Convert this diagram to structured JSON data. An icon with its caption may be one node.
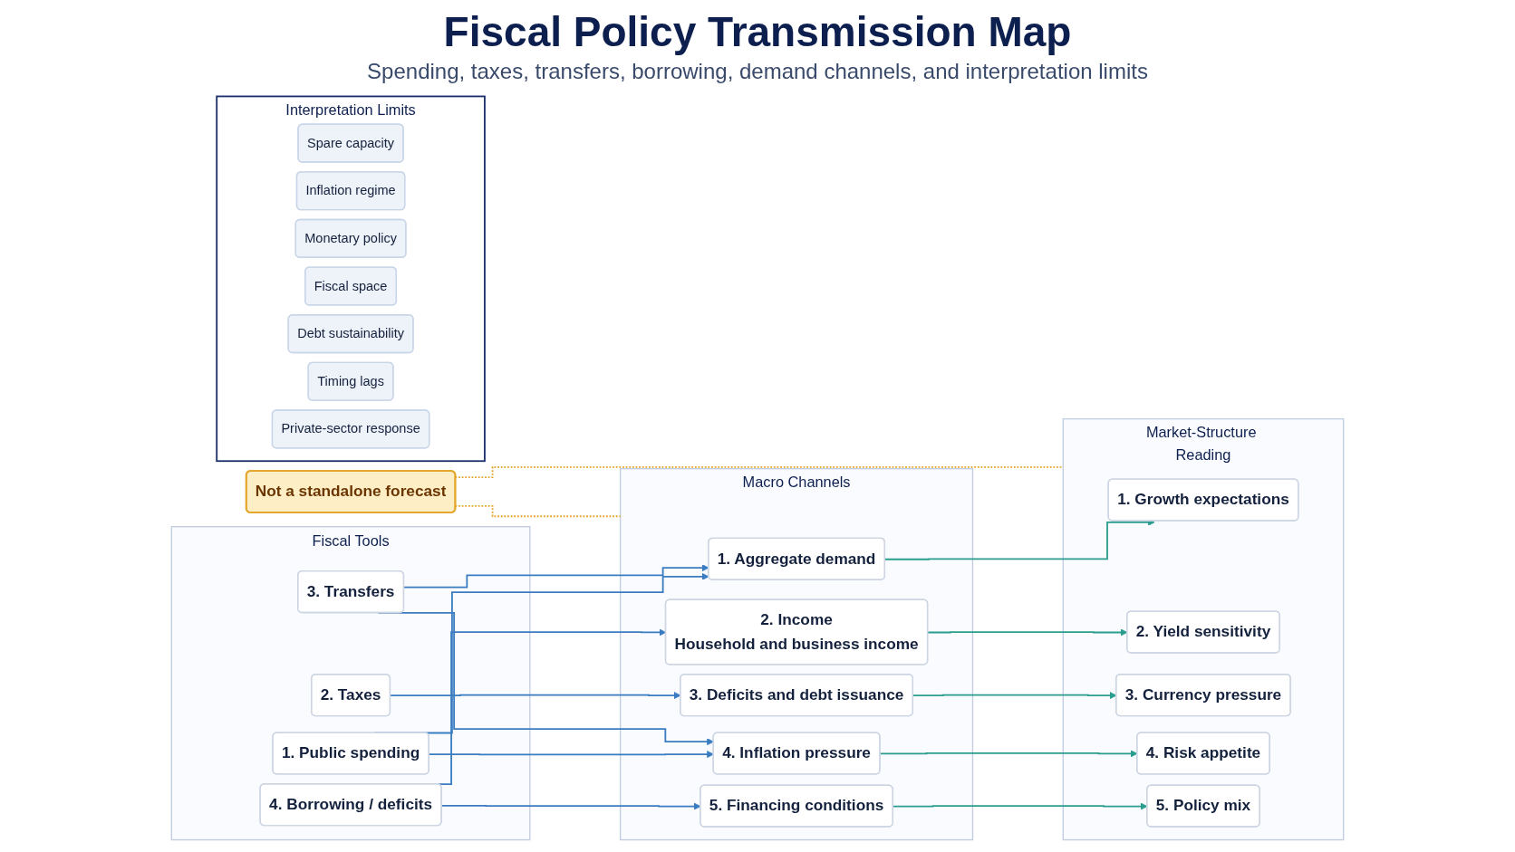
{
  "diagram": {
    "title": "Fiscal Policy Transmission Map",
    "nodes": [
      {
        "text": [
          "Fiscal Tools"
        ]
      },
      {
        "text": [
          "1. Public spending"
        ],
        "in": 0
      },
      {
        "text": [
          "2. Taxes"
        ],
        "in": 0
      },
      {
        "text": [
          "3. Transfers"
        ],
        "in": 0
      },
      {
        "text": [
          "4. Borrowing / deficits"
        ],
        "in": 0
      },
      {
        "text": [
          "Macro Channels"
        ]
      },
      {
        "text": [
          "1. Aggregate demand"
        ],
        "in": 5
      },
      {
        "text": [
          "2. Income",
          "Household and business income"
        ],
        "in": 5
      },
      {
        "text": [
          "3. Deficits and debt issuance"
        ],
        "in": 5
      },
      {
        "text": [
          "4. Inflation pressure"
        ],
        "in": 5
      },
      {
        "text": [
          "5. Financing conditions"
        ],
        "in": 5
      },
      {
        "text": [
          "Market-Structure Reading"
        ]
      },
      {
        "text": [
          "1. Growth expectations"
        ],
        "in": 11
      },
      {
        "text": [
          "2. Yield sensitivity"
        ],
        "in": 11
      },
      {
        "text": [
          "3. Currency pressure"
        ],
        "in": 11
      },
      {
        "text": [
          "4. Risk appetite"
        ],
        "in": 11
      },
      {
        "text": [
          "5. Policy mix"
        ],
        "in": 11
      },
      {
        "text": [
          "Not a standalone forecast"
        ]
      },
      {
        "text": [
          "Interpretation Limits"
        ]
      },
      {
        "text": [
          "Spare capacity"
        ],
        "in": 18
      },
      {
        "text": [
          "Inflation regime"
        ],
        "in": 18
      },
      {
        "text": [
          "Monetary policy"
        ],
        "in": 18
      },
      {
        "text": [
          "Fiscal space"
        ],
        "in": 18
      },
      {
        "text": [
          "Debt sustainability"
        ],
        "in": 18
      },
      {
        "text": [
          "Timing lags"
        ],
        "in": 18
      },
      {
        "text": [
          "Private-sector response"
        ],
        "in": 18
      }
    ],
    "edges": [
      {
        "from": 1,
        "to": 6,
        "arrow": "to"
      },
      {
        "from": 1,
        "to": 9,
        "arrow": "to"
      },
      {
        "from": 2,
        "to": 8,
        "arrow": "to"
      },
      {
        "from": 3,
        "to": 6,
        "arrow": "to"
      },
      {
        "from": 3,
        "to": 9,
        "arrow": "to"
      },
      {
        "from": 4,
        "to": 7,
        "arrow": "to"
      },
      {
        "from": 4,
        "to": 10,
        "arrow": "to"
      },
      {
        "from": 6,
        "to": 12,
        "arrow": "to",
        "color": "#2a9d8f"
      },
      {
        "from": 7,
        "to": 13,
        "arrow": "to",
        "color": "#2a9d8f"
      },
      {
        "from": 8,
        "to": 14,
        "arrow": "to",
        "color": "#2a9d8f"
      },
      {
        "from": 9,
        "to": 15,
        "arrow": "to",
        "color": "#2a9d8f"
      },
      {
        "from": 10,
        "to": 16,
        "arrow": "to",
        "color": "#2a9d8f"
      },
      {
        "from": 17,
        "to": 5,
        "arrow": "none",
        "style": "dashed",
        "color": "#e3a52a"
      },
      {
        "from": 17,
        "to": 11,
        "arrow": "none",
        "style": "dashed",
        "color": "#e3a52a"
      }
    ],
    "labels": [
      "Spending, taxes, transfers, borrowing, demand channels, and interpretation limits"
    ]
  }
}
